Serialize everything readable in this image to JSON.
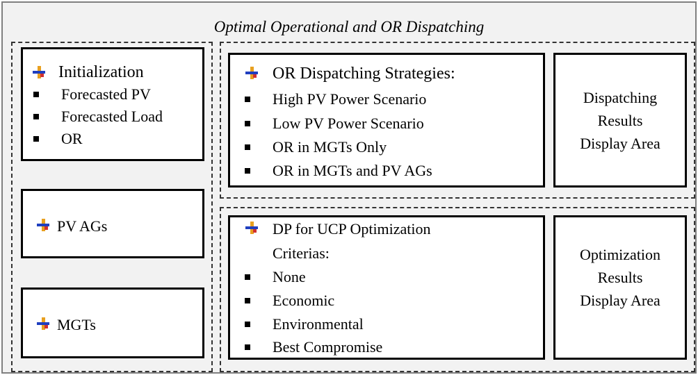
{
  "panel": {
    "title": "Optimal Operational and OR Dispatching"
  },
  "initialization": {
    "heading": "Initialization",
    "items": [
      "Forecasted PV",
      "Forecasted Load",
      "OR"
    ]
  },
  "pv_ags": {
    "label": "PV AGs"
  },
  "mgts": {
    "label": "MGTs"
  },
  "or_strategies": {
    "heading": "OR Dispatching Strategies:",
    "items": [
      "High PV Power Scenario",
      "Low PV Power Scenario",
      "OR in MGTs Only",
      "OR in MGTs and PV AGs"
    ]
  },
  "dispatching_results": {
    "line1": "Dispatching",
    "line2": "Results",
    "line3": "Display Area"
  },
  "dp_ucp": {
    "heading_line1": "DP for UCP Optimization",
    "heading_line2": "Criterias:",
    "items": [
      "None",
      "Economic",
      "Environmental",
      "Best Compromise"
    ]
  },
  "optimization_results": {
    "line1": "Optimization",
    "line2": "Results",
    "line3": "Display Area"
  },
  "colors": {
    "icon_vertical": "#e8a020",
    "icon_horizontal": "#1f3fbf",
    "icon_accent": "#d03030",
    "border_outer": "#7f7f7f",
    "background": "#f2f2f2"
  }
}
